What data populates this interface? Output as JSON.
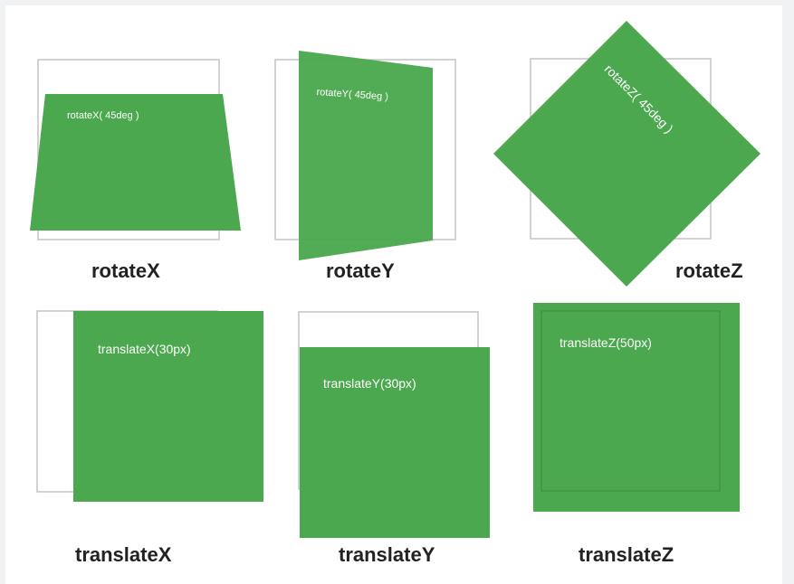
{
  "panels": [
    {
      "label": "rotateX( 45deg )",
      "caption": "rotateX"
    },
    {
      "label": "rotateY( 45deg )",
      "caption": "rotateY"
    },
    {
      "label": "rotateZ( 45deg )",
      "caption": "rotateZ"
    },
    {
      "label": "translateX(30px)",
      "caption": "translateX"
    },
    {
      "label": "translateY(30px)",
      "caption": "translateY"
    },
    {
      "label": "translateZ(50px)",
      "caption": "translateZ"
    }
  ],
  "colors": {
    "shape_fill": "#4ca84f",
    "outline": "#c4c4c4",
    "caption_text": "#222222",
    "background": "#ffffff"
  }
}
